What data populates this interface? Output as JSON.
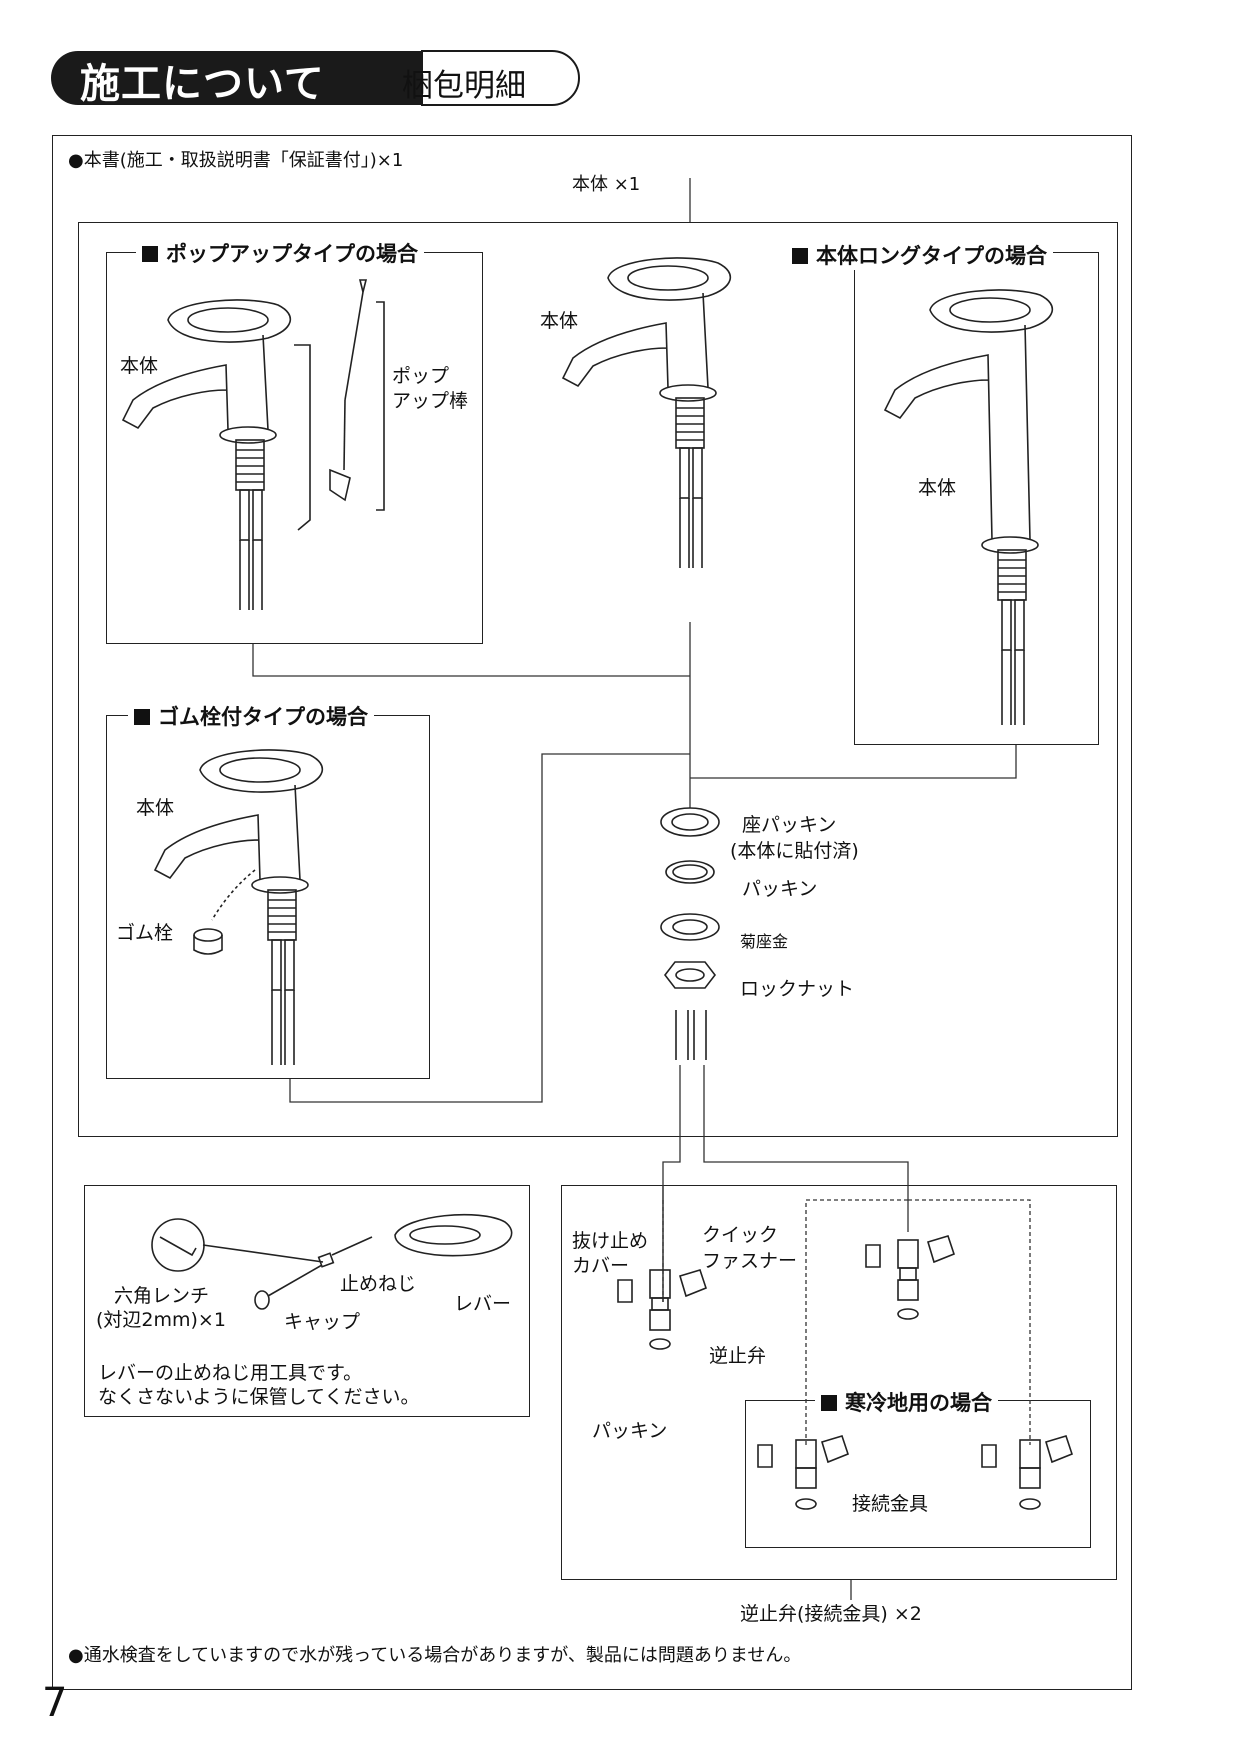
{
  "header": {
    "title": "施工について",
    "subtitle": "梱包明細"
  },
  "top_note": "●本書(施工・取扱説明書「保証書付」)×1",
  "main_box_label": "本体 ×1",
  "sections": {
    "popup": {
      "title": "ポップアップタイプの場合",
      "body_label": "本体",
      "rod_label_1": "ポップ",
      "rod_label_2": "アップ棒"
    },
    "center": {
      "body_label": "本体"
    },
    "long": {
      "title": "本体ロングタイプの場合",
      "body_label": "本体"
    },
    "rubber": {
      "title": "ゴム栓付タイプの場合",
      "body_label": "本体",
      "plug_label": "ゴム栓"
    }
  },
  "parts": {
    "seat_packing_1": "座パッキン",
    "seat_packing_2": "(本体に貼付済)",
    "packing": "パッキン",
    "washer": "菊座金",
    "locknut": "ロックナット"
  },
  "tool_box": {
    "wrench_1": "六角レンチ",
    "wrench_2": "(対辺2mm)×1",
    "cap": "キャップ",
    "set_screw": "止めねじ",
    "lever": "レバー",
    "note_1": "レバーの止めねじ用工具です。",
    "note_2": "なくさないように保管してください。"
  },
  "valve_box": {
    "cover_1": "抜け止め",
    "cover_2": "カバー",
    "fastener_1": "クイック",
    "fastener_2": "ファスナー",
    "check_valve": "逆止弁",
    "packing": "パッキン",
    "cold_title": "寒冷地用の場合",
    "fitting": "接続金具",
    "caption": "逆止弁(接続金具) ×2"
  },
  "bottom_note": "●通水検査をしていますので水が残っている場合がありますが、製品には問題ありません。",
  "page_number": "7"
}
